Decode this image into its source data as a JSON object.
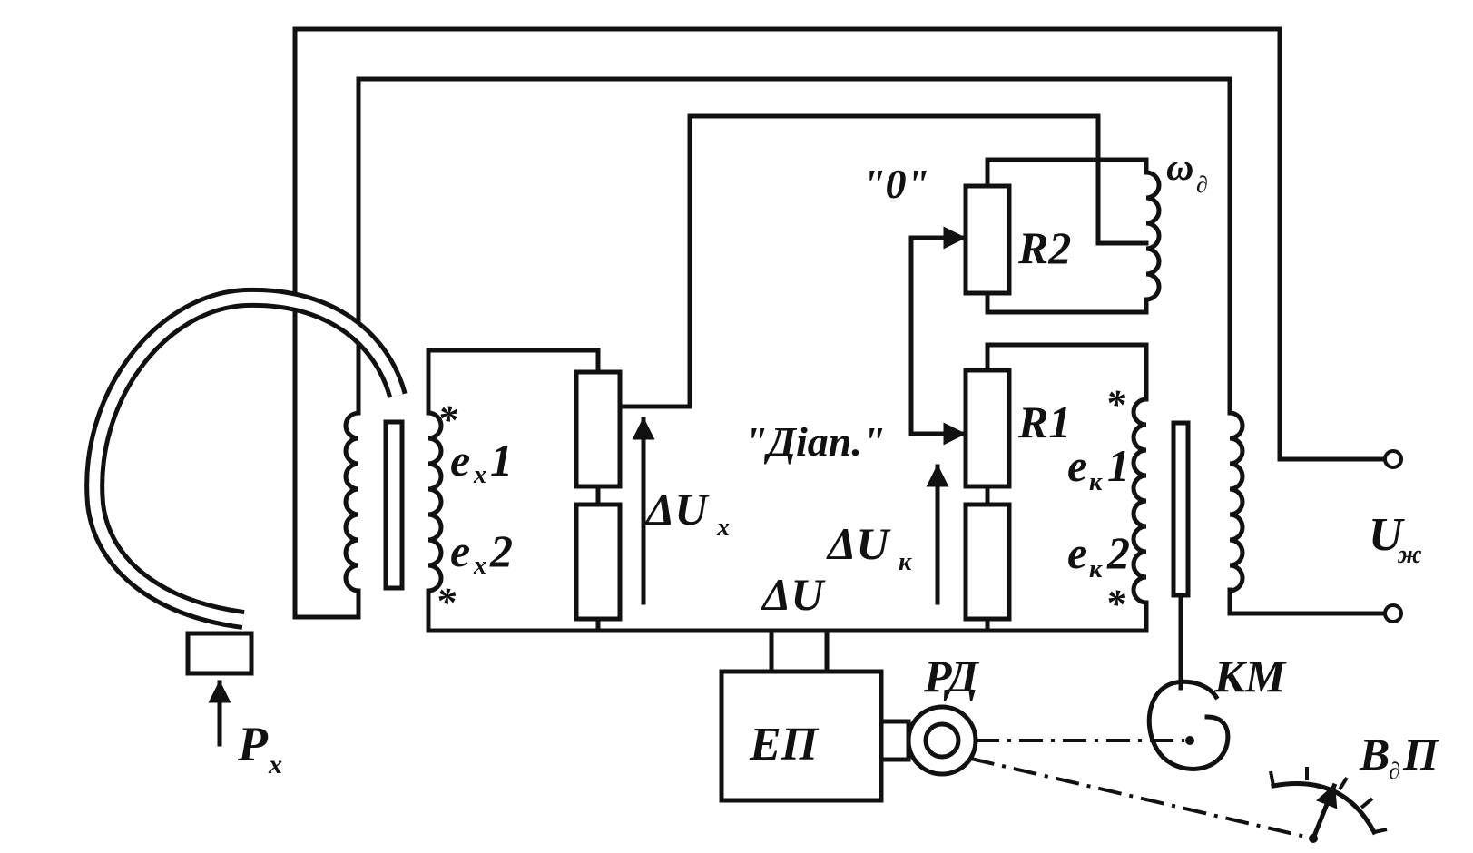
{
  "diagram": {
    "labels": {
      "zero": "\"0\"",
      "omega": "ω",
      "omega_sub": "∂",
      "r2": "R2",
      "r1": "R1",
      "range": "\"Діап.\"",
      "star": "*",
      "ex": "e",
      "ex_sub": "x",
      "one": "1",
      "two": "2",
      "ek": "e",
      "ek_sub": "к",
      "delta_u": "ΔU",
      "delta_ux": "ΔU",
      "ux_sub": "x",
      "delta_uk": "ΔU",
      "uk_sub": "к",
      "u_supply": "U",
      "u_supply_sub": "ж",
      "ep": "ЕП",
      "rd": "РД",
      "km": "КМ",
      "vp": "В",
      "vp_sub": "∂",
      "vp_tail": "П",
      "p": "P",
      "p_sub": "x"
    }
  }
}
